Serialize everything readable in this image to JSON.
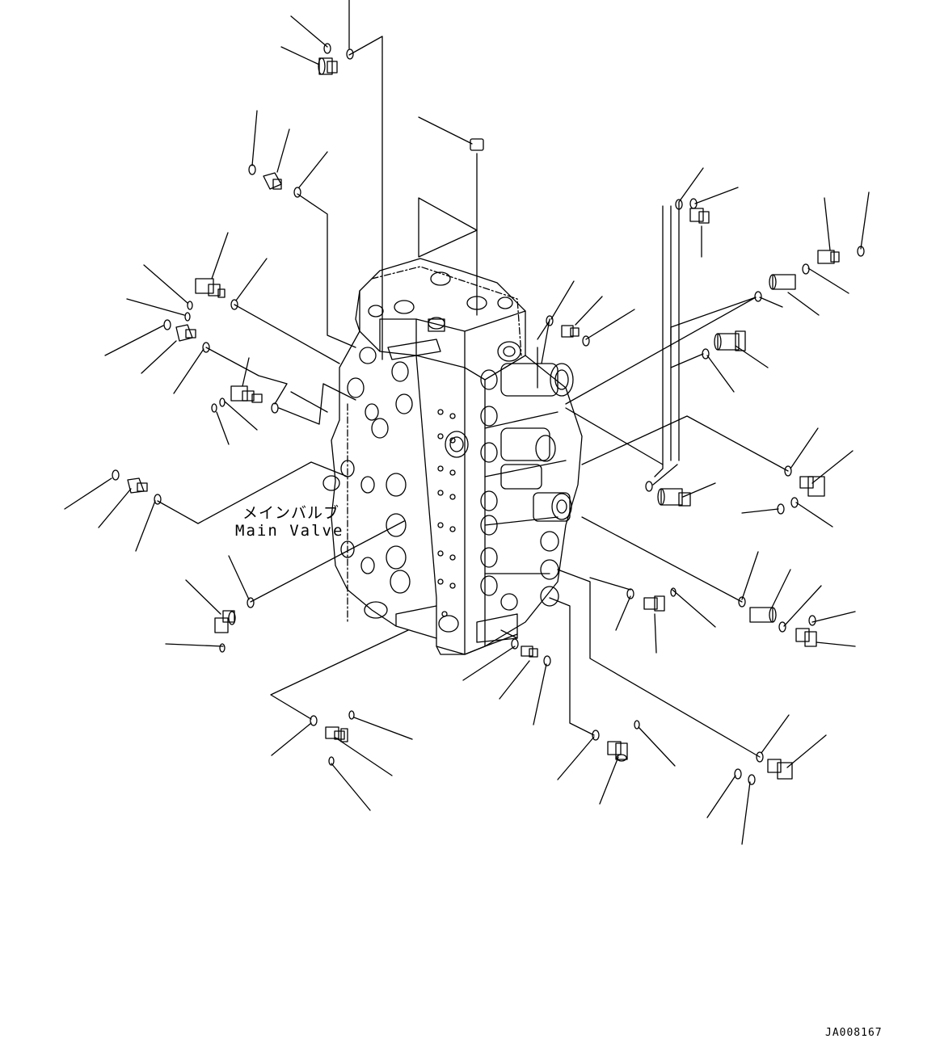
{
  "labels": {
    "main_valve_jp": "メインバルブ",
    "main_valve_en": "Main Valve"
  },
  "drawing_number": "JA008167",
  "colors": {
    "line": "#000000",
    "background": "#ffffff"
  }
}
